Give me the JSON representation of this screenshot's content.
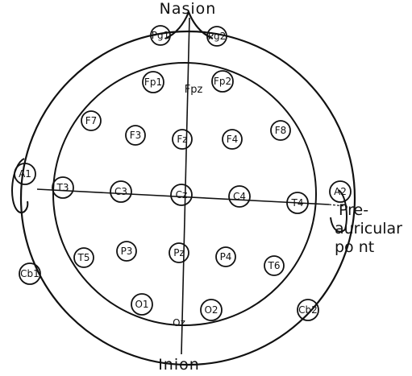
{
  "labels": {
    "nasion": "Nasion",
    "inion": "Inion",
    "preauricular_line1": "Pre-",
    "preauricular_line2": "auricular",
    "preauricular_line3": "po nt",
    "fpz": "Fpz",
    "oz": "Oz"
  },
  "electrodes": {
    "pg1": "Pg1",
    "pg2": "Pg2",
    "fp1": "Fp1",
    "fp2": "Fp2",
    "f7": "F7",
    "f3": "F3",
    "fz": "Fz",
    "f4": "F4",
    "f8": "F8",
    "a1": "A1",
    "t3": "T3",
    "c3": "C3",
    "cz": "Cz",
    "c4": "C4",
    "t4": "T4",
    "a2": "A2",
    "t5": "T5",
    "p3": "P3",
    "pz": "Pz",
    "p4": "P4",
    "t6": "T6",
    "cb1": "Cb1",
    "cb2": "Cb2",
    "o1": "O1",
    "o2": "O2"
  }
}
